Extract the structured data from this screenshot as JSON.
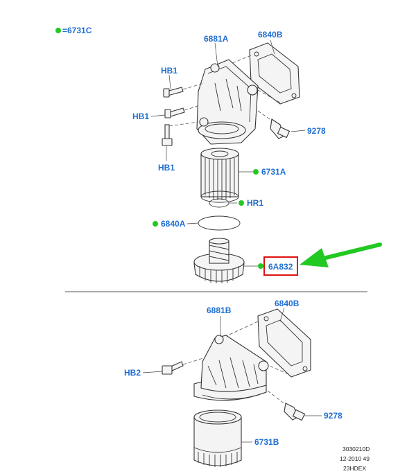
{
  "legend": {
    "text": "=6731C",
    "dot_color": "#22c922"
  },
  "colors": {
    "label": "#1f6fd1",
    "marker": "#22c922",
    "highlight": "#e01010",
    "arrow": "#22c922"
  },
  "top_assembly": {
    "labels": {
      "bracket": "6881A",
      "gasket": "6840B",
      "bolt_1": "HB1",
      "bolt_2": "HB1",
      "bolt_3": "HB1",
      "sensor": "9278",
      "filter": "6731A",
      "oring_small": "HR1",
      "oring_large": "6840A",
      "cap": "6A832"
    }
  },
  "bottom_assembly": {
    "labels": {
      "bracket": "6881B",
      "gasket": "6840B",
      "bolt": "HB2",
      "sensor": "9278",
      "filter": "6731B"
    }
  },
  "footer": {
    "line1": "3030210D",
    "line2": "12-2010 49",
    "line3": "23HDEX"
  }
}
